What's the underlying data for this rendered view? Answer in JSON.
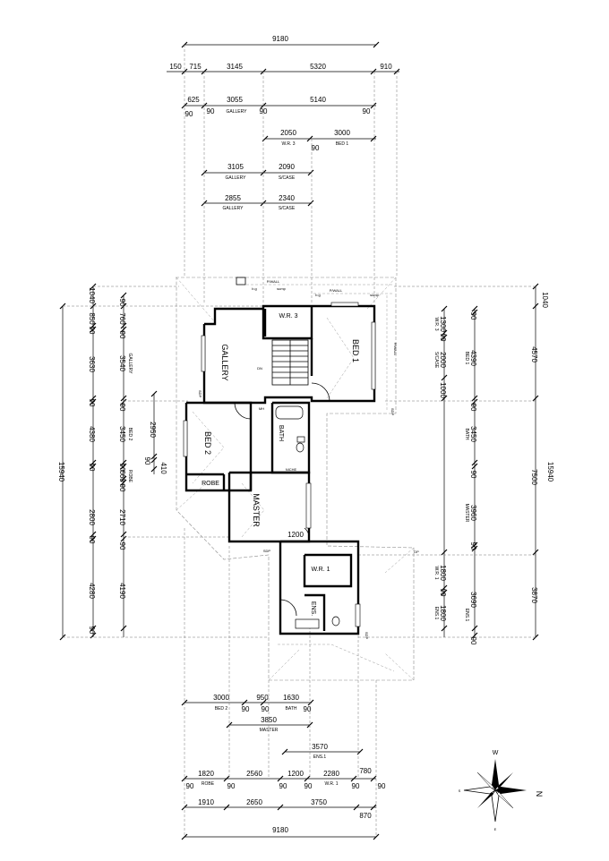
{
  "top_dims": {
    "overall": "9180",
    "row1": [
      "150",
      "715",
      "3145",
      "5320",
      "910"
    ],
    "row2": [
      "625",
      "3055",
      "5140"
    ],
    "row2_walls": [
      "90",
      "90",
      "90",
      "90"
    ],
    "row2_labels": [
      "GALLERY"
    ],
    "row3": [
      "2050",
      "3000"
    ],
    "row3_labels": [
      "W.R. 3",
      "BED 1"
    ],
    "row3_wall": "90",
    "row4": [
      "3105",
      "2090"
    ],
    "row4_labels": [
      "GALLERY",
      "S/CASE"
    ],
    "row5": [
      "2855",
      "2340"
    ],
    "row5_labels": [
      "GALLERY",
      "S/CASE"
    ]
  },
  "left_dims": {
    "overall": "15940",
    "outer": [
      "1040",
      "850",
      "90",
      "3630",
      "90",
      "4380",
      "90",
      "2800",
      "90",
      "4280",
      "90"
    ],
    "inner": [
      "90",
      "760",
      "90",
      "3540",
      "90",
      "3450",
      "90",
      "660",
      "90",
      "2710",
      "90",
      "4190"
    ],
    "inner_labels": [
      "GALLERY",
      "BED 2",
      "ROBE"
    ],
    "extra": [
      "2950",
      "90",
      "410"
    ]
  },
  "right_dims": {
    "overall": "15940",
    "outer": [
      "1040",
      "4570",
      "7500",
      "3870"
    ],
    "mid": [
      "90",
      "4390",
      "90",
      "3450",
      "90",
      "3960",
      "90",
      "3690",
      "90"
    ],
    "mid_labels": [
      "BED 1",
      "BATH",
      "MASTER",
      "ENS.1"
    ],
    "inner": [
      "1300",
      "90",
      "2000",
      "1000",
      "1800",
      "90",
      "1800"
    ],
    "inner_labels": [
      "W.R. 3",
      "S/CASE",
      "W.R. 1",
      "ENS.1"
    ]
  },
  "bottom_dims": {
    "row1": [
      "3000",
      "950",
      "1630"
    ],
    "row1_walls": [
      "90",
      "90",
      "90"
    ],
    "row1_labels": [
      "BED 2",
      "BATH"
    ],
    "row2": [
      "3850"
    ],
    "row2_labels": [
      "MASTER"
    ],
    "row3": [
      "3570"
    ],
    "row3_labels": [
      "ENS.1"
    ],
    "row4": [
      "1820",
      "2560",
      "1200",
      "2280",
      "780"
    ],
    "row4_walls": [
      "90",
      "90",
      "90",
      "90",
      "90",
      "90"
    ],
    "row4_labels": [
      "ROBE",
      "W.R. 1"
    ],
    "row5": [
      "1910",
      "2650",
      "3750",
      "870"
    ],
    "overall": "9180"
  },
  "rooms": {
    "gallery": "GALLERY",
    "bed1": "BED 1",
    "bed2": "BED 2",
    "wr3": "W.R. 3",
    "bath": "BATH",
    "robe": "ROBE",
    "master": "MASTER",
    "wr1": "W.R. 1",
    "ens": "ENS.",
    "niche": "NICHE"
  },
  "plan_notes": {
    "pwall": "P/WALL",
    "bg": "b.g",
    "sump": "sump",
    "dp": "DP",
    "sdp": "SDP",
    "dim_1200": "1200",
    "dn": "DN",
    "mh": "MH"
  },
  "compass": {
    "n": "N",
    "s": "S",
    "e": "E",
    "w": "W"
  }
}
